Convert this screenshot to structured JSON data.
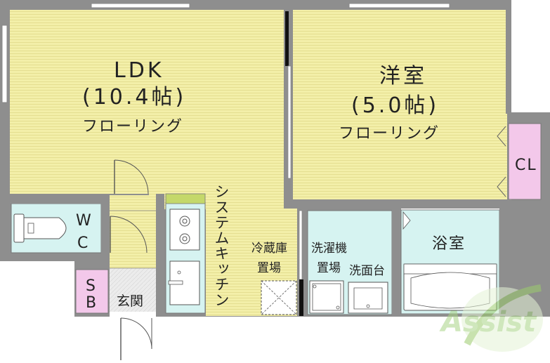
{
  "rooms": {
    "ldk": {
      "name": "LDK",
      "size": "(10.4帖)",
      "floor": "フローリング"
    },
    "western": {
      "name": "洋室",
      "size": "(5.0帖)",
      "floor": "フローリング"
    },
    "closet": "CL",
    "bath": "浴室",
    "wc": {
      "line1": "W",
      "line2": "C"
    },
    "storage": {
      "line1": "S",
      "line2": "B"
    },
    "entrance": "玄関",
    "kitchen": "システムキッチン",
    "fridge": {
      "line1": "冷蔵庫",
      "line2": "置場"
    },
    "washer": {
      "line1": "洗濯機",
      "line2": "置場"
    },
    "washbasin": "洗面台"
  },
  "watermark": "Assist",
  "colors": {
    "floor": "#f3efa9",
    "floor_lines": "#e2dc8c",
    "wet": "#d6f3f1",
    "closet": "#f3c8ea",
    "wall": "#8e8e8e",
    "watermark": "#b9dc96"
  }
}
